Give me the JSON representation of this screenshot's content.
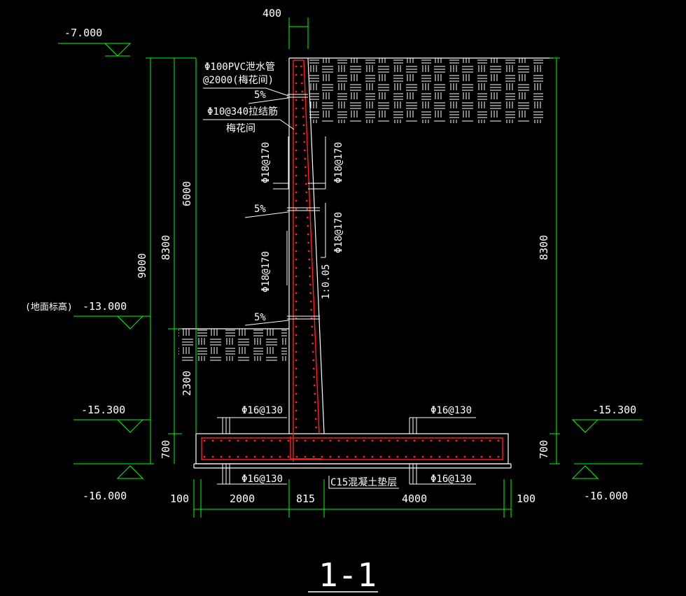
{
  "title": "1-1",
  "colors": {
    "background": "#000000",
    "line": "#ffffff",
    "dimension": "#00ff00",
    "rebar": "#ff2020",
    "text": "#ffffff"
  },
  "elevations": {
    "top": "-7.000",
    "ground": "-13.000",
    "ground_note": "(地面标高)",
    "footing_top_left": "-15.300",
    "footing_top_right": "-15.300",
    "bottom_left": "-16.000",
    "bottom_right": "-16.000"
  },
  "dimensions": {
    "top_width": "400",
    "left_total": "9000",
    "left_wall": "8300",
    "upper_segment": "6000",
    "lower_segment": "2300",
    "footing_left": "700",
    "footing_right": "700",
    "right_wall": "8300",
    "toe_offset": "100",
    "toe": "2000",
    "stem": "815",
    "heel": "4000",
    "heel_offset": "100"
  },
  "annotations": {
    "drain_pipe_1": "Φ100PVC泄水管",
    "drain_pipe_2": "@2000(梅花间)",
    "slope_1": "5%",
    "slope_2": "5%",
    "slope_3": "5%",
    "tie_bar_1": "Φ10@340拉结筋",
    "tie_bar_2": "梅花间",
    "rebar_left_upper": "Φ18@170",
    "rebar_right_upper": "Φ18@170",
    "rebar_left_mid": "Φ18@170",
    "rebar_right_mid": "Φ18@170",
    "batter": "1:0.05",
    "footing_top_left": "Φ16@130",
    "footing_top_right": "Φ16@130",
    "footing_bot_left": "Φ16@130",
    "footing_bot_right": "Φ16@130",
    "cushion": "C15混凝土垫层"
  }
}
